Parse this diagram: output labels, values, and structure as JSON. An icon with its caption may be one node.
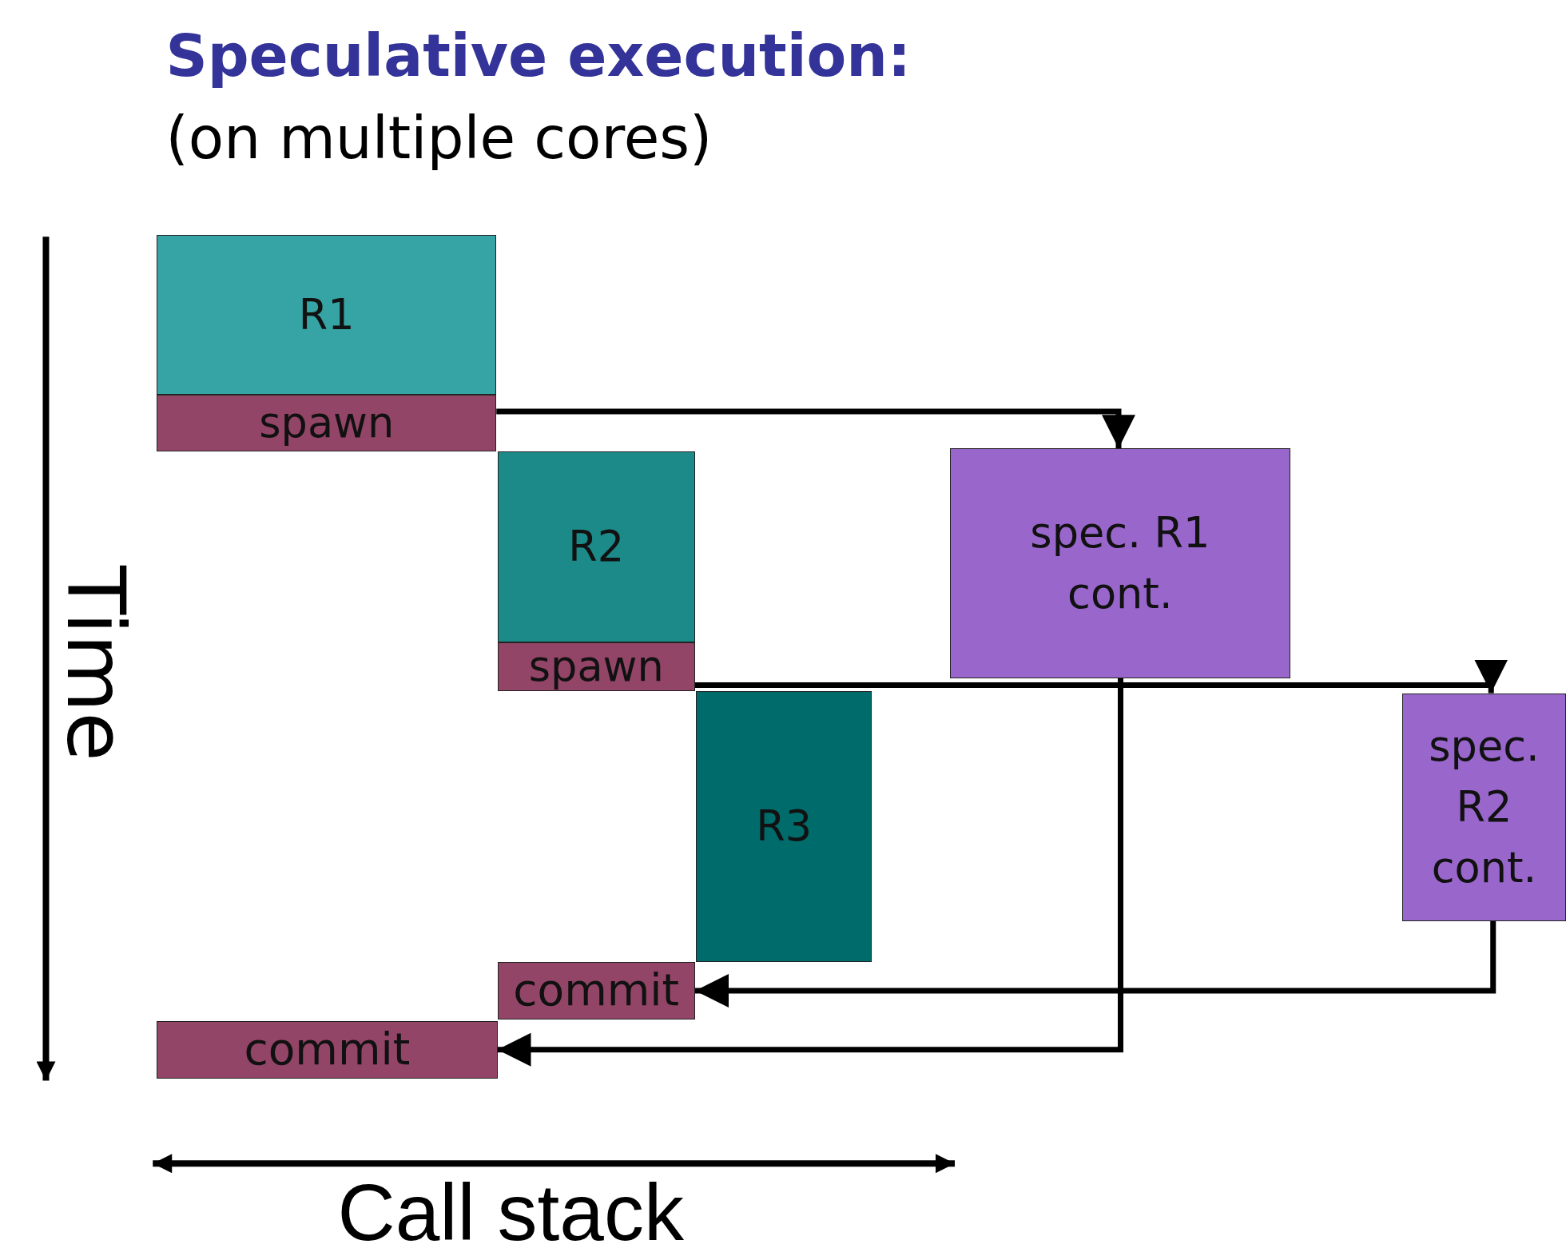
{
  "diagram": {
    "title": "Speculative execution:",
    "nodes": [
      {
        "text": [
          "R1"
        ]
      },
      {
        "text": [
          "spawn"
        ]
      },
      {
        "text": [
          "R2"
        ]
      },
      {
        "text": [
          "spawn"
        ]
      },
      {
        "text": [
          "R3"
        ]
      },
      {
        "text": [
          "commit"
        ]
      },
      {
        "text": [
          "commit"
        ]
      },
      {
        "text": [
          "spec. R1 cont."
        ]
      },
      {
        "text": [
          "spec. R2 cont."
        ]
      }
    ],
    "edges": [
      {
        "from": 1,
        "to": 7,
        "arrow": "to"
      },
      {
        "from": 3,
        "to": 8,
        "arrow": "to"
      },
      {
        "from": 7,
        "to": 6,
        "arrow": "to"
      },
      {
        "from": 8,
        "to": 5,
        "arrow": "to"
      }
    ],
    "labels": [
      "(on multiple cores)",
      "Time",
      "Call stack"
    ]
  }
}
